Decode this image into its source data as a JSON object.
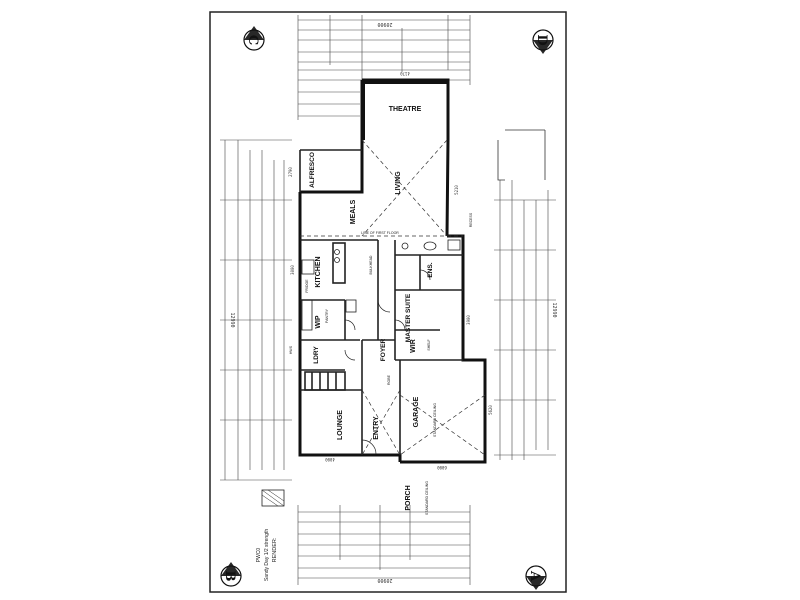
{
  "rooms": {
    "theatre": "THEATRE",
    "living": "LIVING",
    "alfresco": "ALFRESCO",
    "meals": "MEALS",
    "kitchen": "KITCHEN",
    "wip": "WIP",
    "ldry": "LDRY",
    "lounge": "LOUNGE",
    "entry": "ENTRY",
    "foyer": "FOYER",
    "master_suite": "MASTER SUITE",
    "wir": "WIR",
    "ens": "ENS.",
    "garage": "GARAGE",
    "porch": "PORCH"
  },
  "markers": {
    "a": "A",
    "b": "B",
    "c": "C",
    "d": "D"
  },
  "legend": {
    "title": "RENDER:",
    "line1": "Sandy Day 1/2 strength",
    "line2": "PWC0"
  },
  "notes": {
    "line_of_first_floor": "LINE OF FIRST FLOOR",
    "bulkhead": "BULKHEAD",
    "robe": "ROBE",
    "pantry": "PANTRY",
    "fridge": "FRIDGE",
    "porch_ceiling": "STANDARD CEILING",
    "garage_ceiling": "STANDARD CEILING",
    "recess": "RECESS",
    "shelf": "SHELF",
    "hws": "HWS"
  },
  "dimensions": {
    "top_overall": "20900",
    "bottom_overall": "20900",
    "left_overall": "12990",
    "right_overall": "12990",
    "theatre_width": "4170",
    "living_depth": "5210",
    "garage_width": "6000",
    "garage_depth": "5620",
    "lounge_width": "4000",
    "kitchen_depth": "3000",
    "master_width": "3900",
    "alfresco_width": "2790"
  }
}
